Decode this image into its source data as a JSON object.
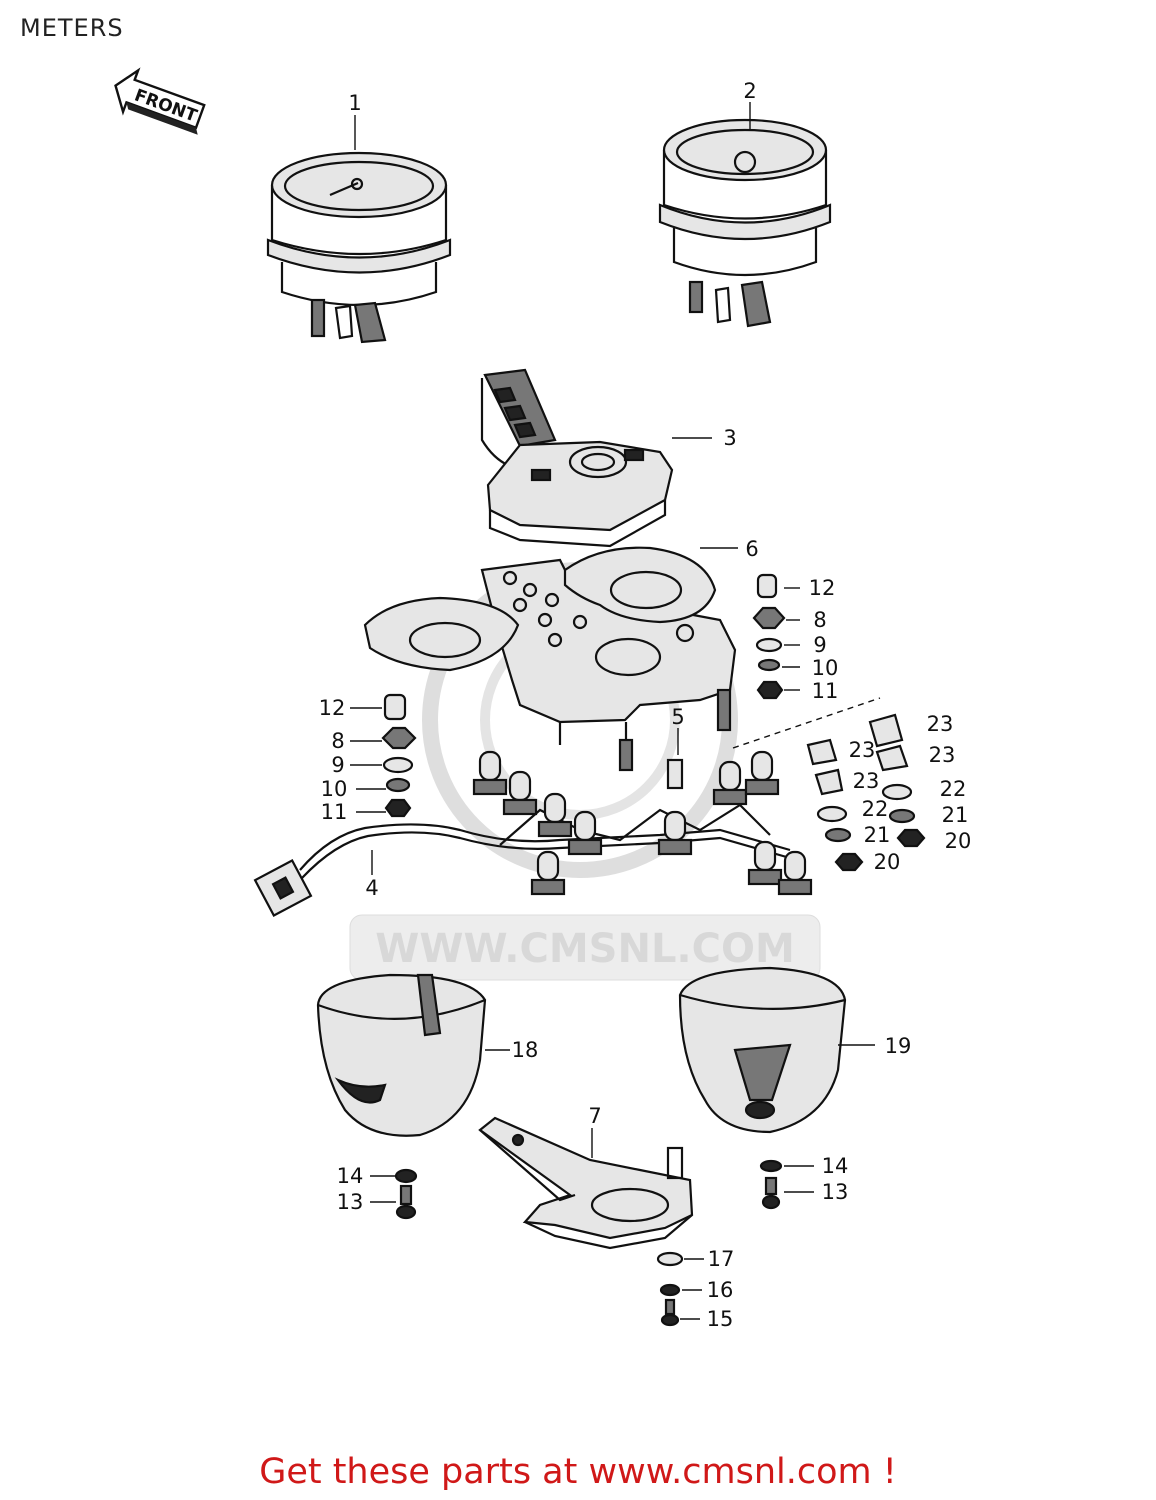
{
  "page": {
    "title": "METERS"
  },
  "diagram": {
    "front_arrow_label": "FRONT",
    "watermark_text": "WWW.CMSNL.COM",
    "callouts": {
      "c1": "1",
      "c2": "2",
      "c3": "3",
      "c4": "4",
      "c5": "5",
      "c6": "6",
      "c7": "7",
      "c8a": "8",
      "c8b": "8",
      "c9a": "9",
      "c9b": "9",
      "c10a": "10",
      "c10b": "10",
      "c11a": "11",
      "c11b": "11",
      "c12a": "12",
      "c12b": "12",
      "c13a": "13",
      "c13b": "13",
      "c14a": "14",
      "c14b": "14",
      "c15": "15",
      "c16": "16",
      "c17": "17",
      "c18": "18",
      "c19": "19",
      "c20a": "20",
      "c20b": "20",
      "c21a": "21",
      "c21b": "21",
      "c22a": "22",
      "c22b": "22",
      "c23a": "23",
      "c23b": "23",
      "c23c": "23",
      "c23d": "23"
    }
  },
  "footer": {
    "text": "Get these parts at www.cmsnl.com !"
  },
  "colors": {
    "footer": "#d01818",
    "line": "#111111",
    "watermark": "#d8d8d8"
  }
}
